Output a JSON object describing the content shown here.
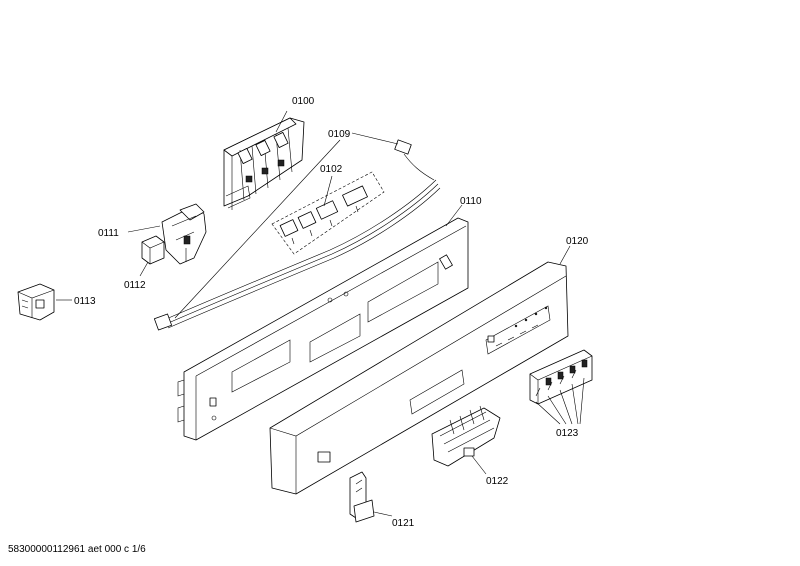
{
  "parts": {
    "p0100": "0100",
    "p0102": "0102",
    "p0109": "0109",
    "p0110": "0110",
    "p0111": "0111",
    "p0112": "0112",
    "p0113": "0113",
    "p0120": "0120",
    "p0121": "0121",
    "p0122": "0122",
    "p0123": "0123"
  },
  "footer": "58300000112961 aet 000 c 1/6"
}
